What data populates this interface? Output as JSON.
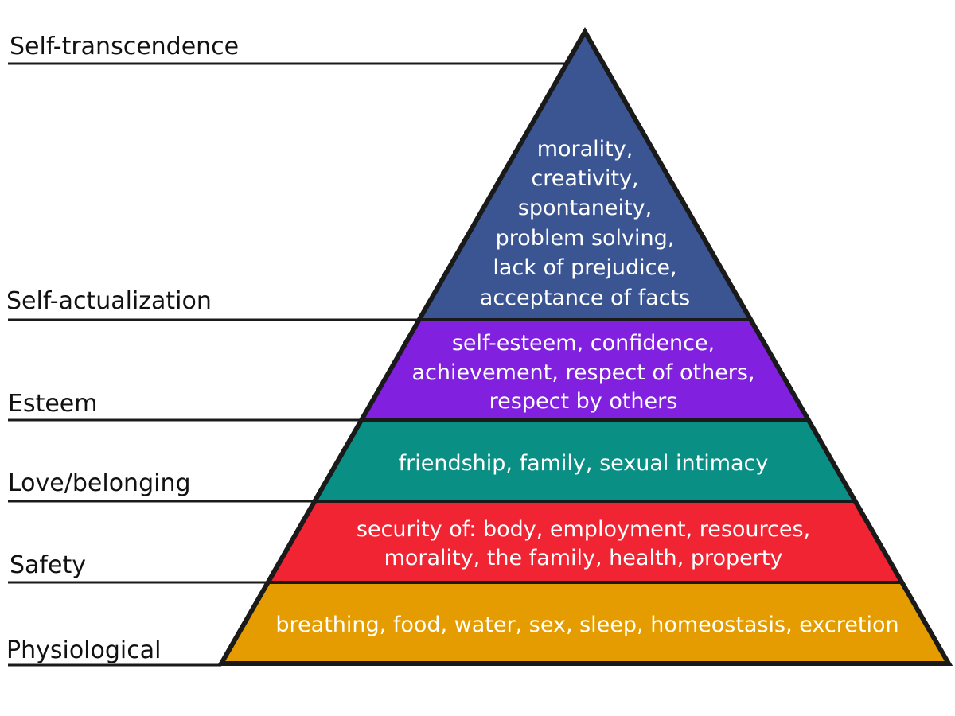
{
  "levels": [
    {
      "name": "Self-transcendence"
    },
    {
      "name": "Self-actualization",
      "color": "#3a5592",
      "lines": [
        "morality,",
        "creativity,",
        "spontaneity,",
        "problem solving,",
        "lack of prejudice,",
        "acceptance of facts"
      ]
    },
    {
      "name": "Esteem",
      "color": "#8220e0",
      "lines": [
        "self-esteem, confidence,",
        "achievement, respect of others,",
        "respect by others"
      ]
    },
    {
      "name": "Love/belonging",
      "color": "#0a8f85",
      "lines": [
        "friendship, family, sexual intimacy"
      ]
    },
    {
      "name": "Safety",
      "color": "#f02432",
      "lines": [
        "security of: body, employment, resources,",
        "morality, the family, health, property"
      ]
    },
    {
      "name": "Physiological",
      "color": "#e59c00",
      "lines": [
        "breathing, food, water, sex, sleep, homeostasis, excretion"
      ]
    }
  ]
}
